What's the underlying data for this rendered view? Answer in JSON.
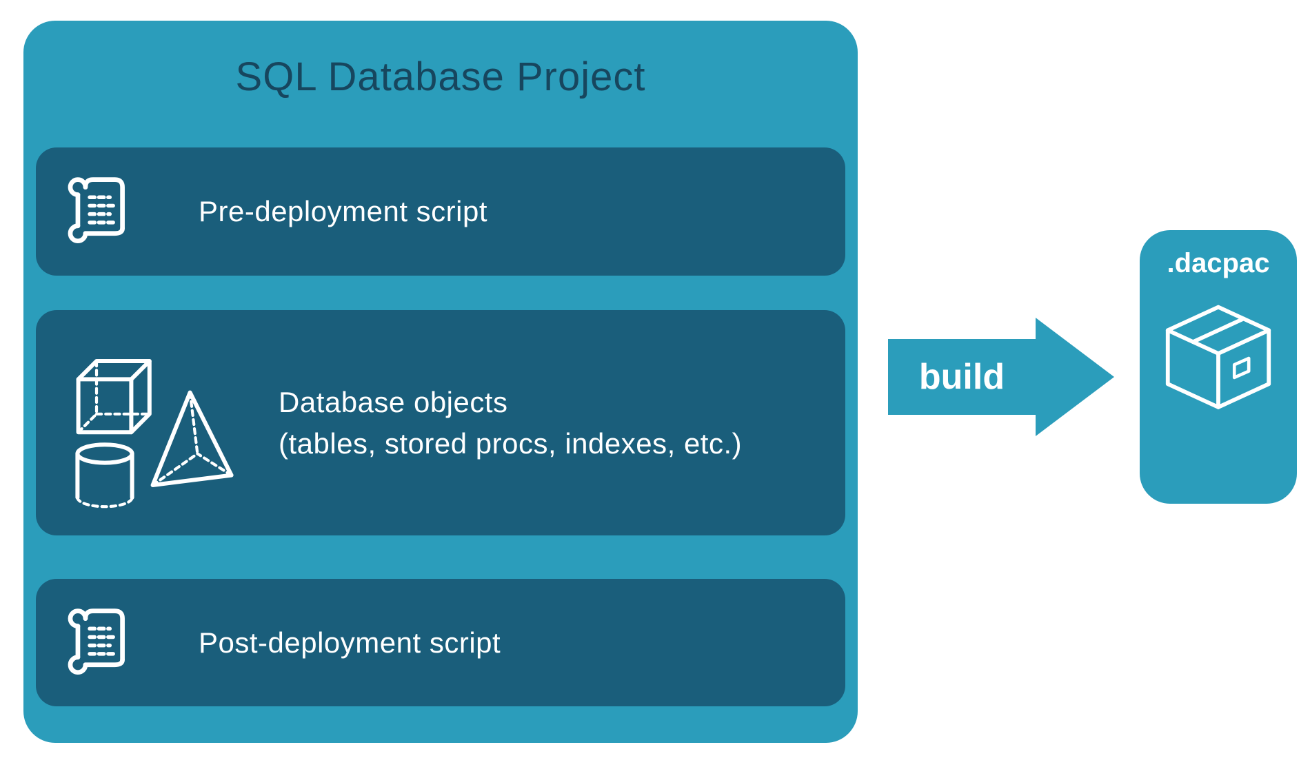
{
  "colors": {
    "teal": "#2B9DBB",
    "dark_teal": "#1A5E7B",
    "title_text": "#17465E",
    "icon_and_text_on_dark": "#FFFFFF"
  },
  "project": {
    "title": "SQL Database Project",
    "items": [
      {
        "icon": "scroll-icon",
        "label": "Pre-deployment script"
      },
      {
        "icon": "database-shapes-icon",
        "label_line1": "Database objects",
        "label_line2": "(tables, stored procs, indexes, etc.)"
      },
      {
        "icon": "scroll-icon",
        "label": "Post-deployment script"
      }
    ]
  },
  "arrow": {
    "label": "build"
  },
  "output": {
    "label": ".dacpac",
    "icon": "package-icon"
  }
}
